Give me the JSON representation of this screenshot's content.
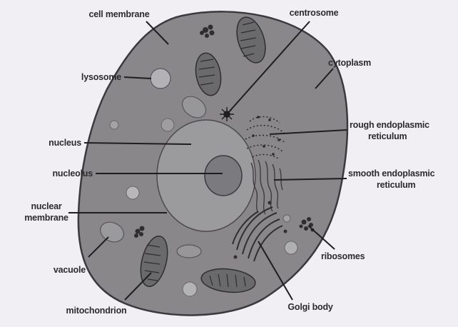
{
  "diagram": {
    "colors": {
      "background": "#f1eff3",
      "cytoplasm": "#898789",
      "nucleus": "#9b9a9d",
      "nucleolus": "#7b7a7e",
      "outline": "#3a3a3d",
      "organelle": "#6a696c"
    },
    "labels": {
      "cell_membrane": "cell membrane",
      "centrosome": "centrosome",
      "lysosome": "lysosome",
      "cytoplasm": "cytoplasm",
      "rough_er": [
        "rough endoplasmic",
        "reticulum"
      ],
      "nucleus": "nucleus",
      "nucleolus": "nucleolus",
      "smooth_er": [
        "smooth endoplasmic",
        "reticulum"
      ],
      "nuclear_membrane": [
        "nuclear",
        "membrane"
      ],
      "vacuole": "vacuole",
      "ribosomes": "ribosomes",
      "mitochondrion": "mitochondrion",
      "golgi_body": "Golgi body"
    }
  }
}
